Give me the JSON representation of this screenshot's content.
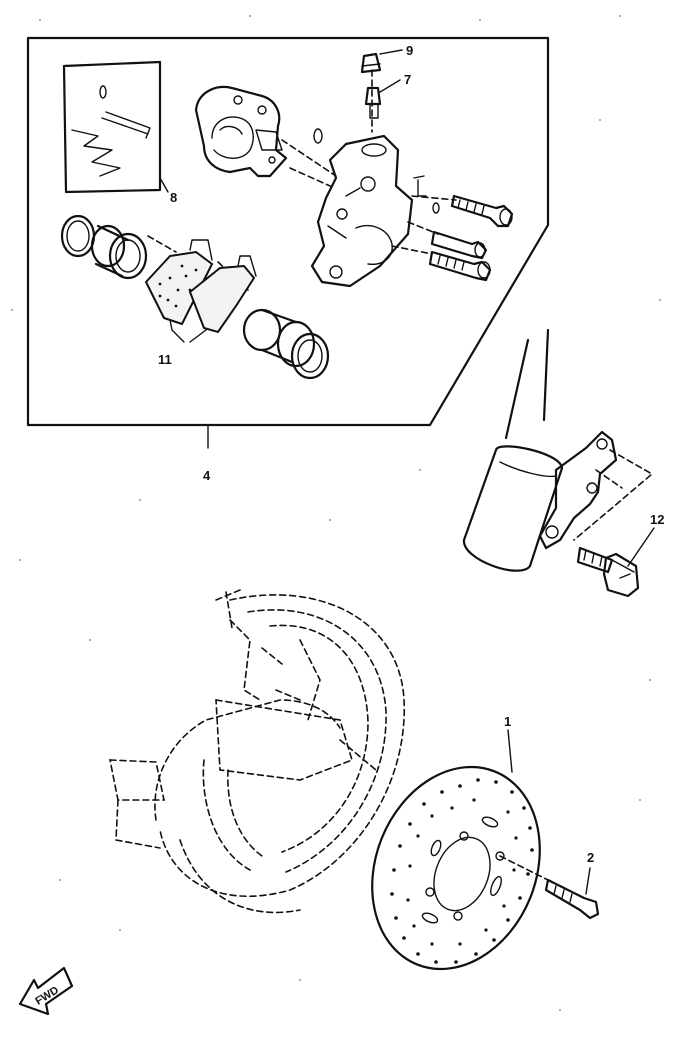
{
  "labels": {
    "callout_1": "1",
    "callout_2": "2",
    "callout_4": "4",
    "callout_7": "7",
    "callout_8": "8",
    "callout_9": "9",
    "callout_11": "11",
    "callout_12": "12"
  },
  "direction": {
    "fwd_text": "FWD"
  }
}
